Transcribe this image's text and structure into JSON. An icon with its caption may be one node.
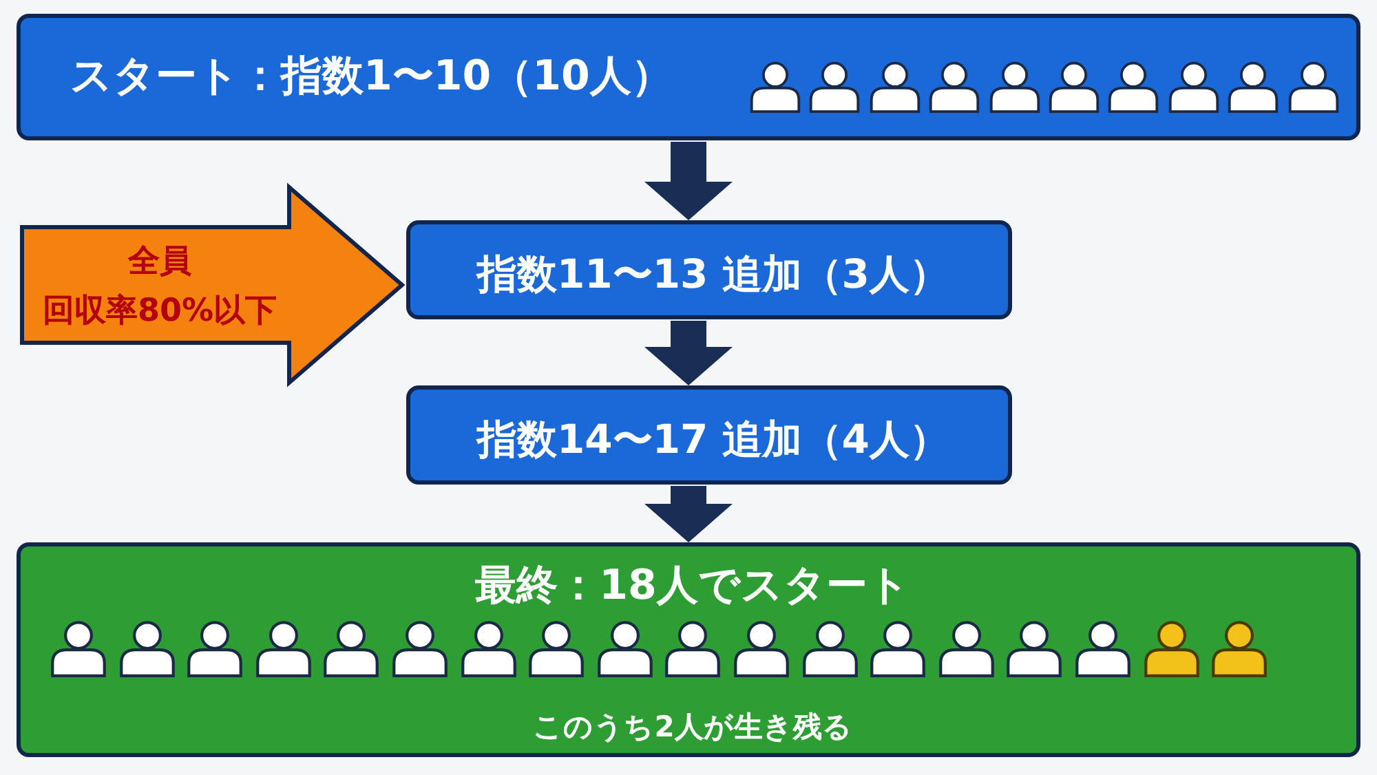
{
  "diagram": {
    "nodes": [
      {
        "text": [
          "スタート：指数1〜10（10人）"
        ]
      },
      {
        "text": [
          "全員",
          "回収率80%以下"
        ]
      },
      {
        "text": [
          "指数11〜13 追加（3人）"
        ]
      },
      {
        "text": [
          "指数14〜17 追加（4人）"
        ]
      },
      {
        "text": [
          "最終：18人でスタート",
          "このうち2人が生き残る"
        ]
      }
    ],
    "edges": [
      {
        "from": 0,
        "to": 2,
        "arrow": "to"
      },
      {
        "from": 2,
        "to": 3,
        "arrow": "to"
      },
      {
        "from": 3,
        "to": 4,
        "arrow": "to"
      }
    ]
  }
}
